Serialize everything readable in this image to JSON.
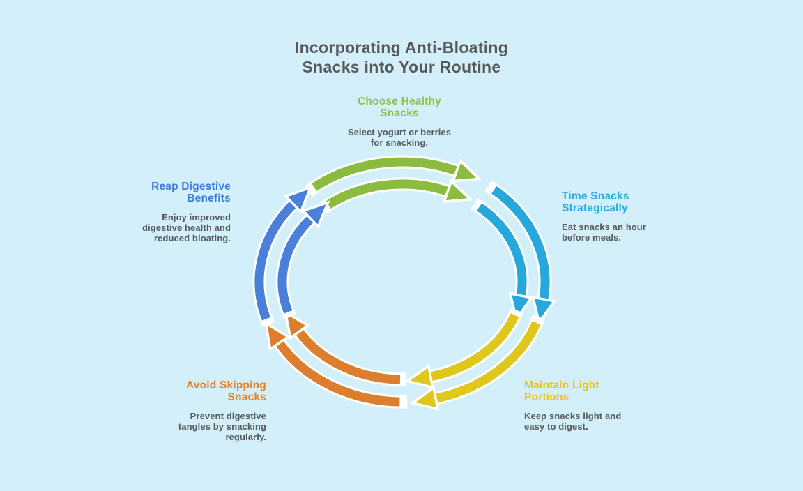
{
  "background_color": "#D3F0FA",
  "text_color": "#58595B",
  "title": {
    "text": "Incorporating Anti-Bloating Snacks into Your Routine",
    "lines": [
      "Incorporating Anti-Bloating",
      "Snacks into Your Routine"
    ],
    "color": "#58585A"
  },
  "steps": [
    {
      "id": "choose-healthy-snacks",
      "position": "top",
      "color": "#8DC63F",
      "arrow_color": "#8CBC3F",
      "title": "Choose Healthy Snacks",
      "title_lines": [
        "Choose Healthy",
        "Snacks"
      ],
      "description": "Select yogurt or berries for snacking.",
      "description_lines": [
        "Select yogurt or berries",
        "for snacking."
      ]
    },
    {
      "id": "time-snacks-strategically",
      "position": "right",
      "color": "#29ABE2",
      "arrow_color": "#27A8DD",
      "title": "Time Snacks Strategically",
      "title_lines": [
        "Time Snacks",
        "Strategically"
      ],
      "description": "Eat snacks an hour before meals.",
      "description_lines": [
        "Eat snacks an hour",
        "before meals."
      ]
    },
    {
      "id": "maintain-light-portions",
      "position": "bottom-right",
      "color": "#EFC319",
      "arrow_color": "#E0C71B",
      "title": "Maintain Light Portions",
      "title_lines": [
        "Maintain Light",
        "Portions"
      ],
      "description": "Keep snacks light and easy to digest.",
      "description_lines": [
        "Keep snacks light and",
        "easy to digest."
      ]
    },
    {
      "id": "avoid-skipping-snacks",
      "position": "bottom-left",
      "color": "#E8822A",
      "arrow_color": "#DD7E2E",
      "title": "Avoid Skipping Snacks",
      "title_lines": [
        "Avoid Skipping",
        "Snacks"
      ],
      "description": "Prevent digestive tangles by snacking regularly.",
      "description_lines": [
        "Prevent digestive",
        "tangles by snacking",
        "regularly."
      ]
    },
    {
      "id": "reap-digestive-benefits",
      "position": "left",
      "color": "#3E7CDB",
      "arrow_color": "#4A80D9",
      "title": "Reap Digestive Benefits",
      "title_lines": [
        "Reap Digestive",
        "Benefits"
      ],
      "description": "Enjoy improved digestive health and reduced bloating.",
      "description_lines": [
        "Enjoy improved",
        "digestive health and",
        "reduced bloating."
      ]
    }
  ]
}
